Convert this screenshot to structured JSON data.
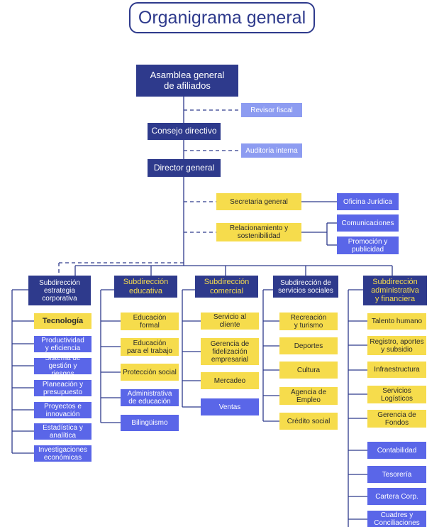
{
  "title": "Organigrama general",
  "top": {
    "asamblea": "Asamblea general\nde afiliados",
    "revisor": "Revisor fiscal",
    "consejo": "Consejo directivo",
    "auditoria": "Auditoría interna",
    "director": "Director general",
    "secretaria": "Secretaria general",
    "oficina": "Oficina Jurídica",
    "relacionamiento": "Relacionamiento y\nsostenibilidad",
    "comunicaciones": "Comunicaciones",
    "promocion": "Promoción y\npublicidad"
  },
  "columns": [
    {
      "header": "Subdirección\nestrategia\ncorporativa",
      "items": [
        "Tecnología",
        "Productividad\ny eficiencia",
        "Sistema de\ngestión y riesgos",
        "Planeación y\npresupuesto",
        "Proyectos e\ninnovación",
        "Estadística y\nanalítica",
        "Investigaciones\neconómicas"
      ]
    },
    {
      "header": "Subdirección\neducativa",
      "items": [
        "Educación\nformal",
        "Educación\npara el trabajo",
        "Protección social",
        "Administrativa\nde educación",
        "Bilingüismo"
      ]
    },
    {
      "header": "Subdirección\ncomercial",
      "items": [
        "Servicio al cliente",
        "Gerencia de\nfidelización\nempresarial",
        "Mercadeo",
        "Ventas"
      ]
    },
    {
      "header": "Subdirección de\nservicios sociales",
      "items": [
        "Recreación\ny turismo",
        "Deportes",
        "Cultura",
        "Agencia de\nEmpleo",
        "Crédito social"
      ]
    },
    {
      "header": "Subdirección\nadministrativa\ny financiera",
      "items": [
        "Talento humano",
        "Registro, aportes\ny subsidio",
        "Infraestructura",
        "Servicios\nLogísticos",
        "Gerencia de\nFondos",
        "Contabilidad",
        "Tesorería",
        "Cartera Corp.",
        "Cuadres y\nConciliaciones"
      ]
    }
  ]
}
